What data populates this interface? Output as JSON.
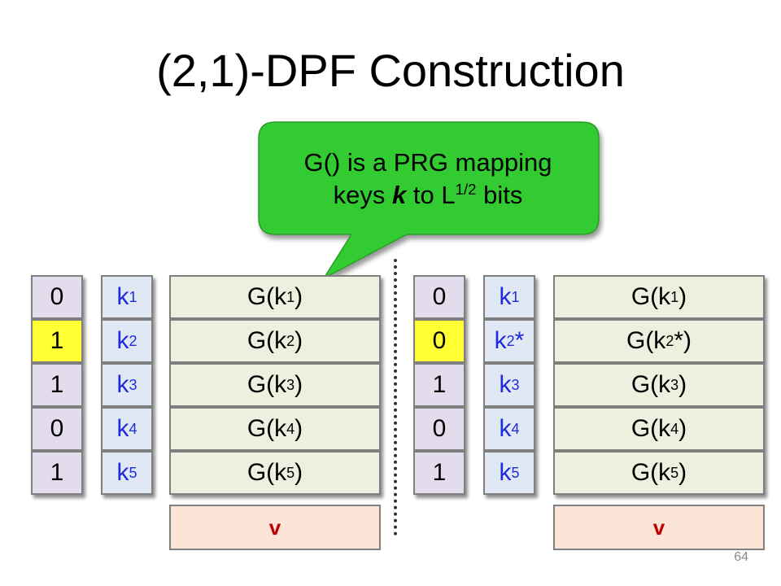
{
  "slide": {
    "title": "(2,1)-DPF Construction",
    "page_number": "64"
  },
  "callout": {
    "line1": "G() is a PRG mapping",
    "line2_prefix": "keys ",
    "line2_k": "k",
    "line2_mid": " to L",
    "line2_sup": "1/2",
    "line2_suffix": " bits",
    "fill_color": "#33cc33"
  },
  "left": {
    "bits": [
      {
        "value": "0",
        "highlight": false
      },
      {
        "value": "1",
        "highlight": true
      },
      {
        "value": "1",
        "highlight": false
      },
      {
        "value": "0",
        "highlight": false
      },
      {
        "value": "1",
        "highlight": false
      }
    ],
    "keys": [
      {
        "base": "k",
        "sub": "1",
        "suffix": ""
      },
      {
        "base": "k",
        "sub": "2",
        "suffix": ""
      },
      {
        "base": "k",
        "sub": "3",
        "suffix": ""
      },
      {
        "base": "k",
        "sub": "4",
        "suffix": ""
      },
      {
        "base": "k",
        "sub": "5",
        "suffix": ""
      }
    ],
    "prg": [
      {
        "prefix": "G(k",
        "sub": "1",
        "suffix": ")"
      },
      {
        "prefix": "G(k",
        "sub": "2",
        "suffix": ")"
      },
      {
        "prefix": "G(k",
        "sub": "3",
        "suffix": ")"
      },
      {
        "prefix": "G(k",
        "sub": "4",
        "suffix": ")"
      },
      {
        "prefix": "G(k",
        "sub": "5",
        "suffix": ")"
      }
    ],
    "v_label": "v"
  },
  "right": {
    "bits": [
      {
        "value": "0",
        "highlight": false
      },
      {
        "value": "0",
        "highlight": true
      },
      {
        "value": "1",
        "highlight": false
      },
      {
        "value": "0",
        "highlight": false
      },
      {
        "value": "1",
        "highlight": false
      }
    ],
    "keys": [
      {
        "base": "k",
        "sub": "1",
        "suffix": ""
      },
      {
        "base": "k",
        "sub": "2",
        "suffix": "*"
      },
      {
        "base": "k",
        "sub": "3",
        "suffix": ""
      },
      {
        "base": "k",
        "sub": "4",
        "suffix": ""
      },
      {
        "base": "k",
        "sub": "5",
        "suffix": ""
      }
    ],
    "prg": [
      {
        "prefix": "G(k",
        "sub": "1",
        "suffix": ")"
      },
      {
        "prefix": "G(k",
        "sub": "2",
        "suffix": "*)"
      },
      {
        "prefix": "G(k",
        "sub": "3",
        "suffix": ")"
      },
      {
        "prefix": "G(k",
        "sub": "4",
        "suffix": ")"
      },
      {
        "prefix": "G(k",
        "sub": "5",
        "suffix": ")"
      }
    ],
    "v_label": "v"
  }
}
